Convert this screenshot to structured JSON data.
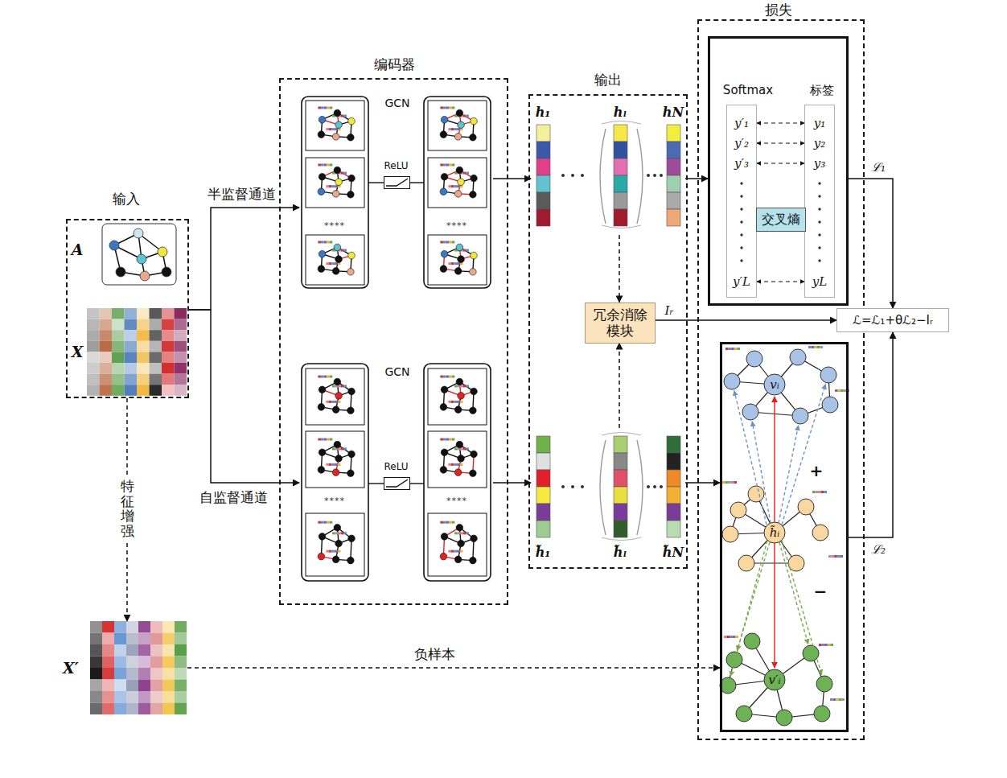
{
  "diagram": {
    "nodes": [
      {
        "text": [
          "输入",
          "A",
          "X"
        ]
      },
      {
        "text": [
          "编码器"
        ]
      },
      {
        "text": [
          "GCN"
        ],
        "in": 1
      },
      {
        "text": [
          "ReLU"
        ],
        "in": 2
      },
      {
        "text": [
          "GCN"
        ],
        "in": 1
      },
      {
        "text": [
          "ReLU"
        ],
        "in": 4
      },
      {
        "text": [
          "输出"
        ]
      },
      {
        "text": [
          "h₁",
          "hₗ",
          "hN"
        ],
        "in": 6
      },
      {
        "text": [
          "冗余消除模块"
        ],
        "in": 6
      },
      {
        "text": [
          "h̃₁",
          "h̃ₗ",
          "h̃N"
        ],
        "in": 6
      },
      {
        "text": [
          "损失"
        ]
      },
      {
        "text": [
          "Softmax",
          "标签"
        ],
        "in": 10
      },
      {
        "text": [
          "y′₁",
          "y′₂",
          "y′₃",
          "y′L"
        ],
        "in": 11
      },
      {
        "text": [
          "y₁",
          "y₂",
          "y₃",
          "yL"
        ],
        "in": 11
      },
      {
        "text": [
          "交叉熵"
        ],
        "in": 11
      },
      {
        "text": [
          "ℒ=ℒ₁+θℒ₂−Iᵣ"
        ]
      },
      {
        "text": [
          "vᵢ",
          "h̃ᵢ",
          "v′ᵢ",
          "+",
          "−"
        ],
        "in": 10
      },
      {
        "text": [
          "X′"
        ]
      }
    ],
    "edges": [
      {
        "from": 0,
        "to": 2,
        "arrow": "to",
        "label": "半监督通道"
      },
      {
        "from": 0,
        "to": 4,
        "arrow": "to",
        "label": "自监督通道"
      },
      {
        "from": 2,
        "to": 7,
        "arrow": "to"
      },
      {
        "from": 4,
        "to": 9,
        "arrow": "to"
      },
      {
        "from": 7,
        "to": 11,
        "arrow": "to"
      },
      {
        "from": 9,
        "to": 16,
        "arrow": "to"
      },
      {
        "from": 7,
        "to": 8,
        "arrow": "to"
      },
      {
        "from": 9,
        "to": 8,
        "arrow": "to"
      },
      {
        "from": 8,
        "to": 15,
        "arrow": "to",
        "label": "Iᵣ"
      },
      {
        "from": 11,
        "to": 15,
        "arrow": "to",
        "label": "ℒ₁"
      },
      {
        "from": 16,
        "to": 15,
        "arrow": "to",
        "label": "ℒ₂"
      },
      {
        "from": 0,
        "to": 17,
        "arrow": "to",
        "label": "特征增强"
      },
      {
        "from": 17,
        "to": 16,
        "arrow": "to",
        "label": "负样本"
      },
      {
        "from": 12,
        "to": 13,
        "arrow": "both"
      },
      {
        "from": 12,
        "to": 13,
        "arrow": "both"
      },
      {
        "from": 12,
        "to": 13,
        "arrow": "both"
      },
      {
        "from": 12,
        "to": 13,
        "arrow": "both"
      }
    ],
    "labels": [
      "****",
      "****",
      "****",
      "****"
    ]
  }
}
